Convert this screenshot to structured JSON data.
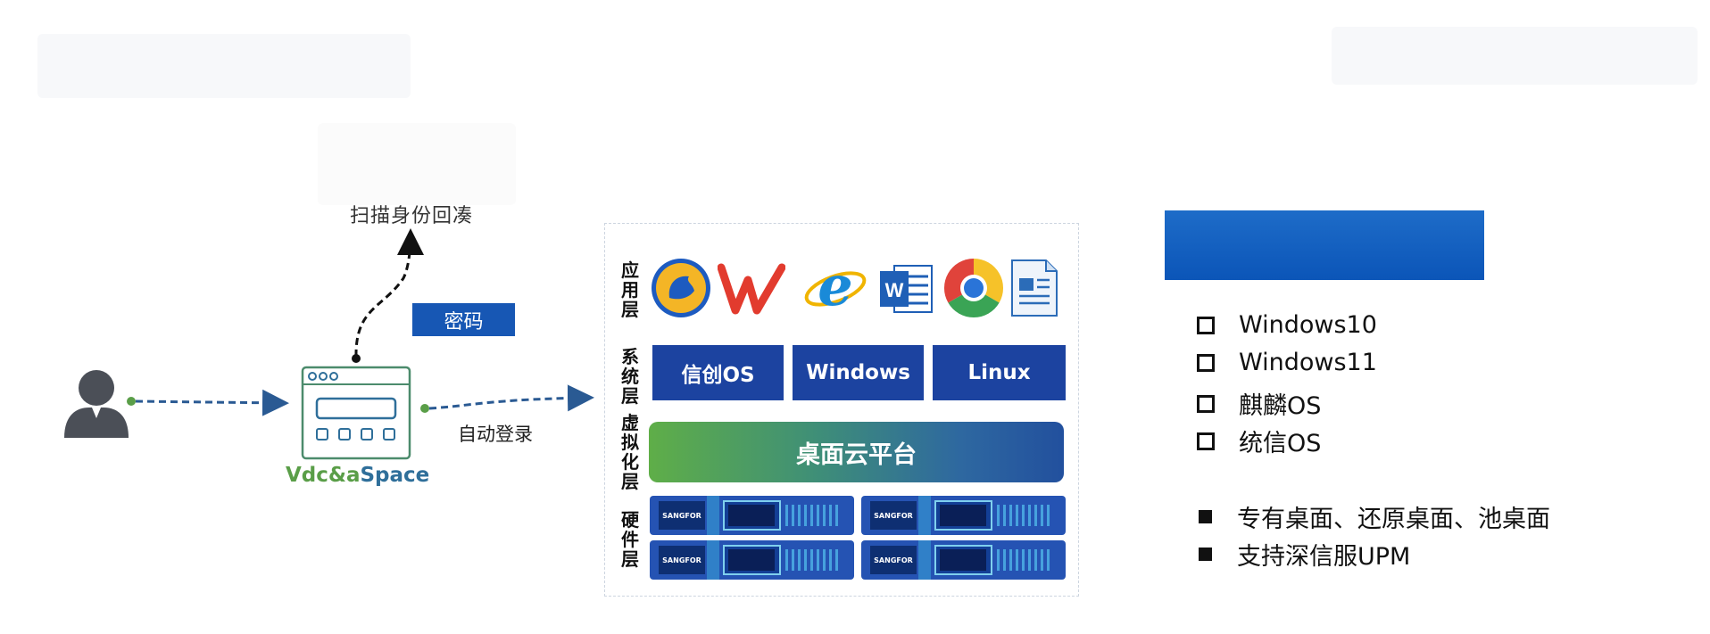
{
  "left_flow": {
    "top_label": "扫描身份回凑",
    "password_label": "密码",
    "auto_login_label": "自动登录",
    "device_label_part1": "Vdc&a",
    "device_label_part2": "Space"
  },
  "architecture": {
    "layers": {
      "app": "应用层",
      "system": "系统层",
      "virtualization": "虚拟化层",
      "hardware": "硬件层"
    },
    "app_icons": [
      "qilin-browser-icon",
      "wps-icon",
      "ie-icon",
      "word-icon",
      "chrome-icon",
      "writer-icon"
    ],
    "operating_systems": [
      "信创OS",
      "Windows",
      "Linux"
    ],
    "platform": "桌面云平台",
    "server_brand": "SANGFOR"
  },
  "features": {
    "os_support": [
      "Windows10",
      "Windows11",
      "麒麟OS",
      "统信OS"
    ],
    "capabilities": [
      "专有桌面、还原桌面、池桌面",
      "支持深信服UPM"
    ]
  },
  "colors": {
    "primary_blue": "#1c43a0",
    "accent_green": "#5a9e48",
    "flow_blue": "#2a5a93"
  }
}
